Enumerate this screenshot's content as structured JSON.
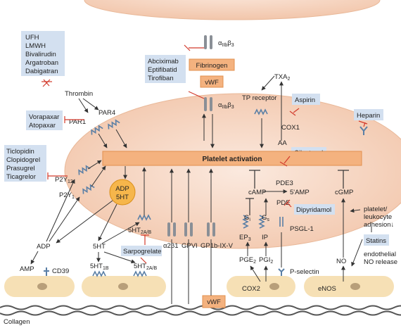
{
  "drugs": {
    "anticoagulants": [
      "UFH",
      "LMWH",
      "Bivalirudin",
      "Argatroban",
      "Dabigatran"
    ],
    "par1_antagonists": [
      "Vorapaxar",
      "Atopaxar"
    ],
    "p2y12_inhibitors": [
      "Ticlopidin",
      "Clopidogrel",
      "Prasugrel",
      "Ticagrelor"
    ],
    "gp2b3a_inhibitors": [
      "Abciximab",
      "Eptifibatid",
      "Tirofiban"
    ],
    "aspirin": "Aspirin",
    "heparin": "Heparin",
    "cilostazol": "Cilostazol",
    "dipyridamol": "Dipyridamol",
    "sarpogrelate": "Sarpogrelate",
    "statins": "Statins"
  },
  "labels": {
    "thrombin": "Thrombin",
    "par1": "PAR1",
    "par4": "PAR4",
    "p2y12": "P2Y",
    "p2y12_sub": "12",
    "p2y1": "P2Y",
    "p2y1_sub": "1",
    "adp_granule": "ADP",
    "fivehttxt_granule": "5HT",
    "platelet_activation": "Platelet activation",
    "fibrinogen": "Fibrinogen",
    "vwf_top": "vWF",
    "vwf_bottom": "vWF",
    "alpha2b3_top": "α",
    "alpha2b3_top_sub": "IIb",
    "alpha2b3_top_rest": "β",
    "alpha2b3_top_sub2": "3",
    "alpha2b3_mid": "α",
    "alpha2b3_mid_sub": "IIb",
    "alpha2b3_mid_rest": "β",
    "alpha2b3_mid_sub2": "3",
    "txa2": "TXA",
    "txa2_sub": "2",
    "tp_receptor": "TP receptor",
    "cox1": "COX1",
    "aa": "AA",
    "camp": "cAMP",
    "pde3": "PDE3",
    "five_amp": "5'AMP",
    "pde": "PDE",
    "cgmp": "cGMP",
    "gi": "G",
    "gi_sub": "i",
    "gs": "G",
    "gs_sub": "s",
    "ep3": "EP",
    "ep3_sub": "3",
    "ip": "IP",
    "pge2": "PGE",
    "pge2_sub": "2",
    "pgi2": "PGI",
    "pgi2_sub": "2",
    "psgl1": "PSGL-1",
    "p_selectin": "P-selectin",
    "cox2": "COX2",
    "enos": "eNOS",
    "no": "NO",
    "platelet_leukocyte": [
      "platelet/",
      "leukocyte",
      "adhesion↓"
    ],
    "endothelial_no": [
      "endothelial",
      "NO release"
    ],
    "adp": "ADP",
    "amp": "AMP",
    "cd39": "CD39",
    "fiveht": "5HT",
    "fiveht1b": "5HT",
    "fiveht1b_sub": "1B",
    "fiveht2ab_a": "5HT",
    "fiveht2ab_a_sub": "2A/B",
    "fiveht2ab_b": "5HT",
    "fiveht2ab_b_sub": "2A/B",
    "a2b1": "α2β1",
    "gpvi": "GPVI",
    "gp1b": "GP1b-IX-V",
    "collagen": "Collagen"
  },
  "colors": {
    "platelet": "#f7dccb",
    "orange_box": "#f4b27f",
    "blue_box": "#d3e0f0",
    "inhibition": "#d23a2c",
    "receptor": "#5a7fa6",
    "endothelium": "#f6e0b5"
  }
}
